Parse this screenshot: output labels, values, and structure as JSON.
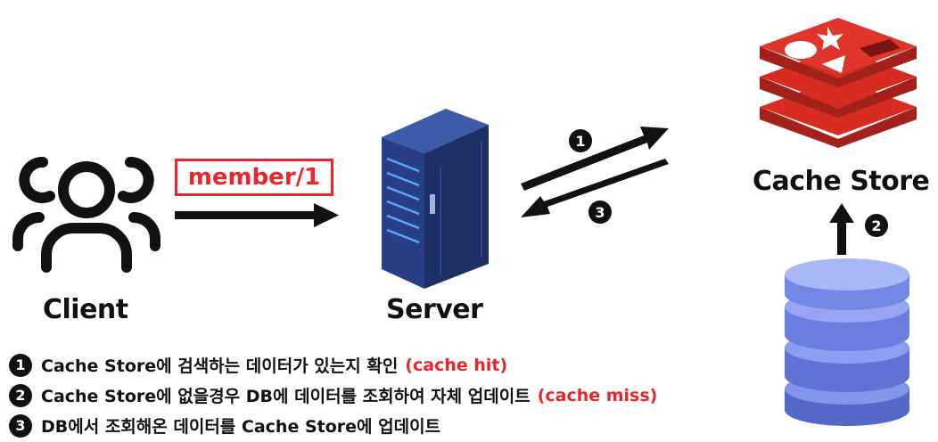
{
  "labels": {
    "client": "Client",
    "server": "Server",
    "cache_store": "Cache Store",
    "request_path": "member/1"
  },
  "steps": {
    "s1": "1",
    "s2": "2",
    "s3": "3"
  },
  "notes": [
    {
      "num": "1",
      "text": "Cache Store에 검색하는 데이터가 있는지 확인",
      "tag": "(cache hit)"
    },
    {
      "num": "2",
      "text": "Cache Store에 없을경우 DB에 데이터를 조회하여 자체 업데이트",
      "tag": "(cache miss)"
    },
    {
      "num": "3",
      "text": "DB에서 조회해온 데이터를 Cache Store에 업데이트",
      "tag": ""
    }
  ],
  "colors": {
    "accent_red": "#e8262c",
    "redis_red": "#d82c20",
    "db_blue": "#6b7fdc",
    "server_navy": "#1e2f66"
  },
  "icons": {
    "client": "users-icon",
    "server": "server-rack-icon",
    "cache": "redis-stack-icon",
    "db": "database-icon"
  }
}
